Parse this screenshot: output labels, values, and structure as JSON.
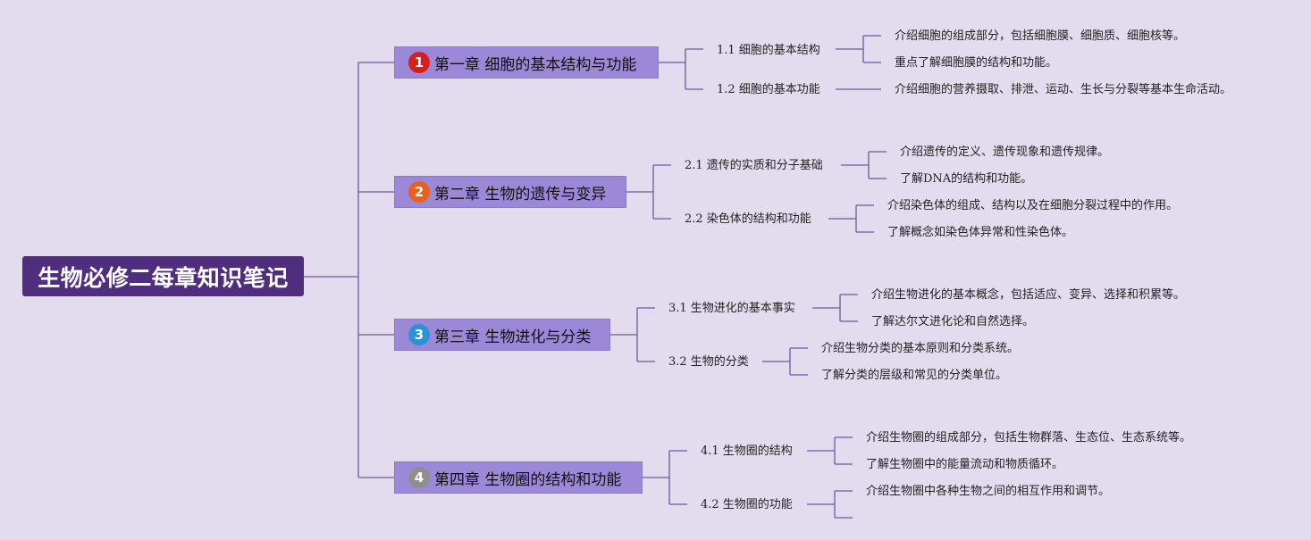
{
  "root": {
    "title": "生物必修二每章知识笔记"
  },
  "chapters": [
    {
      "number": "1",
      "badge_color": "#d81e1e",
      "title": "第一章 细胞的基本结构与功能",
      "sections": [
        {
          "title": "1.1 细胞的基本结构",
          "details": [
            "介绍细胞的组成部分，包括细胞膜、细胞质、细胞核等。",
            "重点了解细胞膜的结构和功能。"
          ]
        },
        {
          "title": "1.2 细胞的基本功能",
          "details": [
            "介绍细胞的营养摄取、排泄、运动、生长与分裂等基本生命活动。"
          ]
        }
      ]
    },
    {
      "number": "2",
      "badge_color": "#e8601c",
      "title": "第二章 生物的遗传与变异",
      "sections": [
        {
          "title": "2.1 遗传的实质和分子基础",
          "details": [
            "介绍遗传的定义、遗传现象和遗传规律。",
            "了解DNA的结构和功能。"
          ]
        },
        {
          "title": "2.2 染色体的结构和功能",
          "details": [
            "介绍染色体的组成、结构以及在细胞分裂过程中的作用。",
            "了解概念如染色体异常和性染色体。"
          ]
        }
      ]
    },
    {
      "number": "3",
      "badge_color": "#2a93d5",
      "title": "第三章 生物进化与分类",
      "sections": [
        {
          "title": "3.1 生物进化的基本事实",
          "details": [
            "介绍生物进化的基本概念，包括适应、变异、选择和积累等。",
            "了解达尔文进化论和自然选择。"
          ]
        },
        {
          "title": "3.2 生物的分类",
          "details": [
            "介绍生物分类的基本原则和分类系统。",
            "了解分类的层级和常见的分类单位。"
          ]
        }
      ]
    },
    {
      "number": "4",
      "badge_color": "#8f8f8f",
      "title": "第四章 生物圈的结构和功能",
      "sections": [
        {
          "title": "4.1 生物圈的结构",
          "details": [
            "介绍生物圈的组成部分，包括生物群落、生态位、生态系统等。",
            "了解生物圈中的能量流动和物质循环。"
          ]
        },
        {
          "title": "4.2 生物圈的功能",
          "details": [
            "介绍生物圈中各种生物之间的相互作用和调节。",
            ""
          ]
        }
      ]
    }
  ],
  "colors": {
    "line": "#6b5a9a",
    "root_bg": "#4f2e7e",
    "chapter_bg": "#9b88d6",
    "background": "#e3dbee"
  }
}
